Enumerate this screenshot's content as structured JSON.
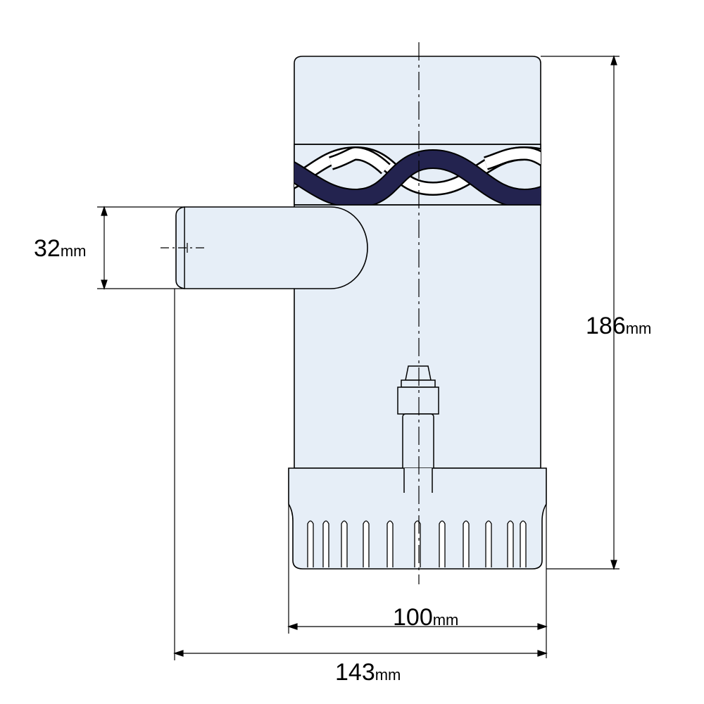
{
  "drawing": {
    "colors": {
      "body_fill": "#e6eef7",
      "outline": "#000000",
      "band_dark": "#23234f",
      "band_light": "#ffffff"
    },
    "dimensions": {
      "outlet_diameter": {
        "value": "32",
        "unit": "mm"
      },
      "height": {
        "value": "186",
        "unit": "mm"
      },
      "base_width": {
        "value": "100",
        "unit": "mm"
      },
      "overall_width": {
        "value": "143",
        "unit": "mm"
      }
    }
  }
}
